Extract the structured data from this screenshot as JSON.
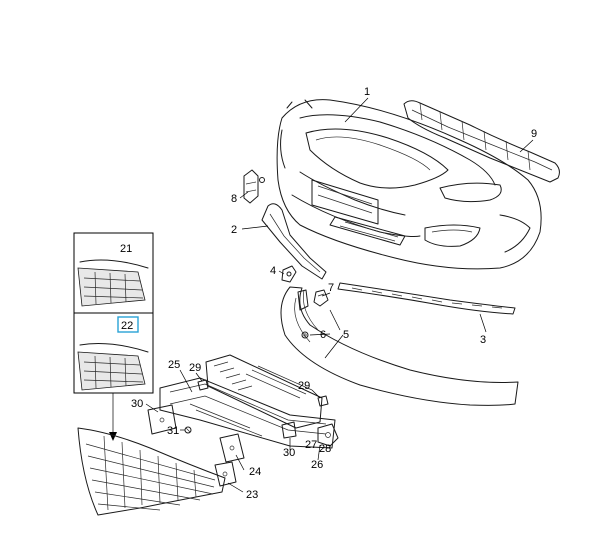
{
  "callouts": {
    "c1": "1",
    "c2": "2",
    "c3": "3",
    "c4": "4",
    "c5": "5",
    "c6": "6",
    "c7": "7",
    "c8": "8",
    "c9": "9",
    "c21": "21",
    "c22": "22",
    "c23": "23",
    "c24": "24",
    "c25": "25",
    "c26": "26",
    "c27": "27",
    "c28": "28",
    "c29a": "29",
    "c29b": "29",
    "c30a": "30",
    "c30b": "30",
    "c31": "31"
  },
  "highlight": {
    "part": "22",
    "color": "#29a3d6"
  }
}
